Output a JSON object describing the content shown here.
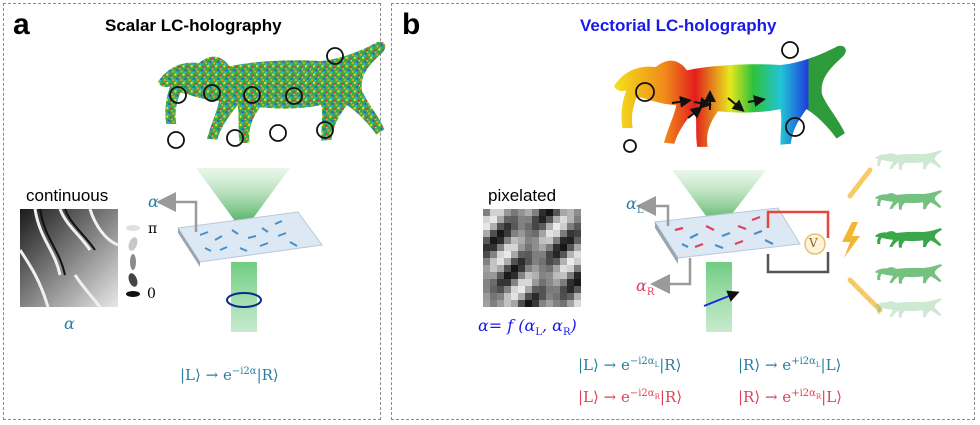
{
  "panel_a": {
    "label": "a",
    "title": "Scalar LC-holography",
    "map_label": "continuous",
    "map_symbol": "α",
    "alpha_symbol": "α",
    "pi_label": "π",
    "zero_label": "0",
    "equation": "|L⟩ → e⁻ⁱ²ᵅ |R⟩",
    "eq_parts": {
      "lhs": "|L⟩ → e",
      "exp": "−i2α",
      "rhs": "|R⟩"
    }
  },
  "panel_b": {
    "label": "b",
    "title": "Vectorial LC-holography",
    "map_label": "pixelated",
    "alpha_L": "α",
    "alpha_L_sub": "L",
    "alpha_R": "α",
    "alpha_R_sub": "R",
    "voltage_label": "V",
    "formula": {
      "lhs": "α= f (α",
      "sub_l": "L",
      "mid": ", α",
      "sub_r": "R",
      "end": ")"
    },
    "eq1": {
      "lhs": "|L⟩ → e",
      "exp": "−i2α",
      "sub": "L",
      "rhs": "|R⟩"
    },
    "eq2": {
      "lhs": "|R⟩ → e",
      "exp": "+i2α",
      "sub": "L",
      "rhs": "|L⟩"
    },
    "eq3": {
      "lhs": "|L⟩ → e",
      "exp": "−i2α",
      "sub": "R",
      "rhs": "|R⟩"
    },
    "eq4": {
      "lhs": "|R⟩ → e",
      "exp": "+i2α",
      "sub": "R",
      "rhs": "|L⟩"
    }
  },
  "colors": {
    "title_b": "#1a1ae6",
    "teal": "#2a7fa0",
    "red": "#e0405a",
    "green": "#3aa84a",
    "circuit_red": "#e8453c",
    "circuit_gray": "#555555",
    "bolt": "#f2b632"
  }
}
